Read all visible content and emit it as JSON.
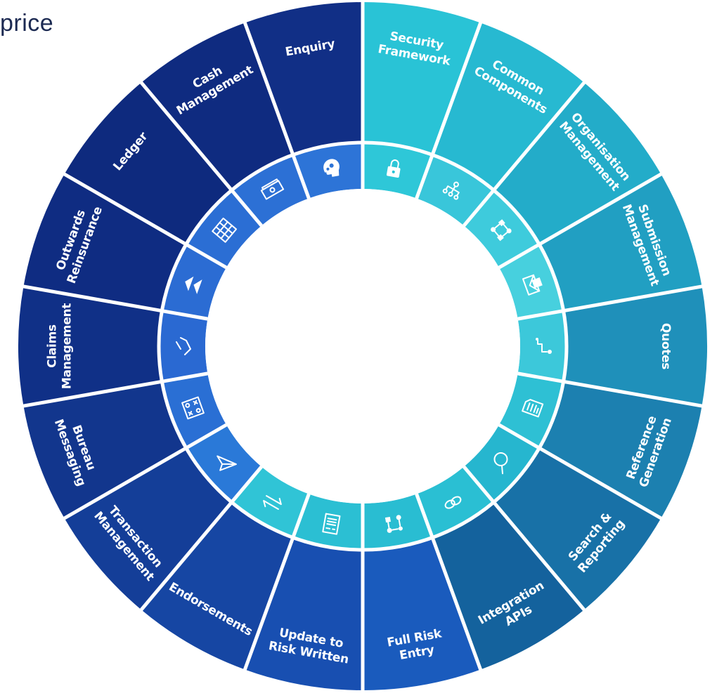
{
  "corner_text": "price",
  "colors": {
    "background": "#ffffff",
    "separator": "#ffffff",
    "center": "#ffffff"
  },
  "modules": [
    {
      "label": [
        "Security",
        "Framework"
      ],
      "icon": "padlock-icon",
      "outer_color": "#29c3d6",
      "inner_color": "#2ec7d8"
    },
    {
      "label": [
        "Common",
        "Components"
      ],
      "icon": "hierarchy-icon",
      "outer_color": "#27b9d1",
      "inner_color": "#39c6da"
    },
    {
      "label": [
        "Organisation",
        "Management"
      ],
      "icon": "workflow-icon",
      "outer_color": "#23acc9",
      "inner_color": "#3ecbdc"
    },
    {
      "label": [
        "Submission",
        "Management"
      ],
      "icon": "envelope-document-icon",
      "outer_color": "#219fc2",
      "inner_color": "#47d0de"
    },
    {
      "label": [
        "Quotes"
      ],
      "icon": "route-icon",
      "outer_color": "#1f90ba",
      "inner_color": "#3cc8da"
    },
    {
      "label": [
        "Reference",
        "Generation"
      ],
      "icon": "document-icon",
      "outer_color": "#1c80b0",
      "inner_color": "#2ec0d4"
    },
    {
      "label": [
        "Search &",
        "Reporting"
      ],
      "icon": "magnifier-icon",
      "outer_color": "#1871a7",
      "inner_color": "#26b6cf"
    },
    {
      "label": [
        "Integration",
        "APIs"
      ],
      "icon": "chain-link-icon",
      "outer_color": "#14629d",
      "inner_color": "#2abfd3"
    },
    {
      "label": [
        "Full Risk",
        "Entry"
      ],
      "icon": "flowchart-icon",
      "outer_color": "#1a5bbd",
      "inner_color": "#29bdd2"
    },
    {
      "label": [
        "Update to",
        "Risk Written"
      ],
      "icon": "form-icon",
      "outer_color": "#184fb1",
      "inner_color": "#2bbfd3"
    },
    {
      "label": [
        "Endorsements"
      ],
      "icon": "swap-arrows-icon",
      "outer_color": "#1646a3",
      "inner_color": "#30c4d6"
    },
    {
      "label": [
        "Transaction",
        "Management"
      ],
      "icon": "paper-plane-icon",
      "outer_color": "#143e98",
      "inner_color": "#2a79d8"
    },
    {
      "label": [
        "Bureau",
        "Messaging"
      ],
      "icon": "strategy-board-icon",
      "outer_color": "#12368d",
      "inner_color": "#2a6fd4"
    },
    {
      "label": [
        "Claims",
        "Management"
      ],
      "icon": "hand-icon",
      "outer_color": "#103087",
      "inner_color": "#2a69d2"
    },
    {
      "label": [
        "Outwards",
        "Reinsurance"
      ],
      "icon": "double-arrow-icon",
      "outer_color": "#0f2c82",
      "inner_color": "#2b6cd3"
    },
    {
      "label": [
        "Ledger"
      ],
      "icon": "grid-icon",
      "outer_color": "#0e2a7e",
      "inner_color": "#2b6ed4"
    },
    {
      "label": [
        "Cash",
        "Management"
      ],
      "icon": "banknote-icon",
      "outer_color": "#0f2b80",
      "inner_color": "#2c70d5"
    },
    {
      "label": [
        "Enquiry"
      ],
      "icon": "head-gears-icon",
      "outer_color": "#112f86",
      "inner_color": "#2d74d7"
    }
  ]
}
